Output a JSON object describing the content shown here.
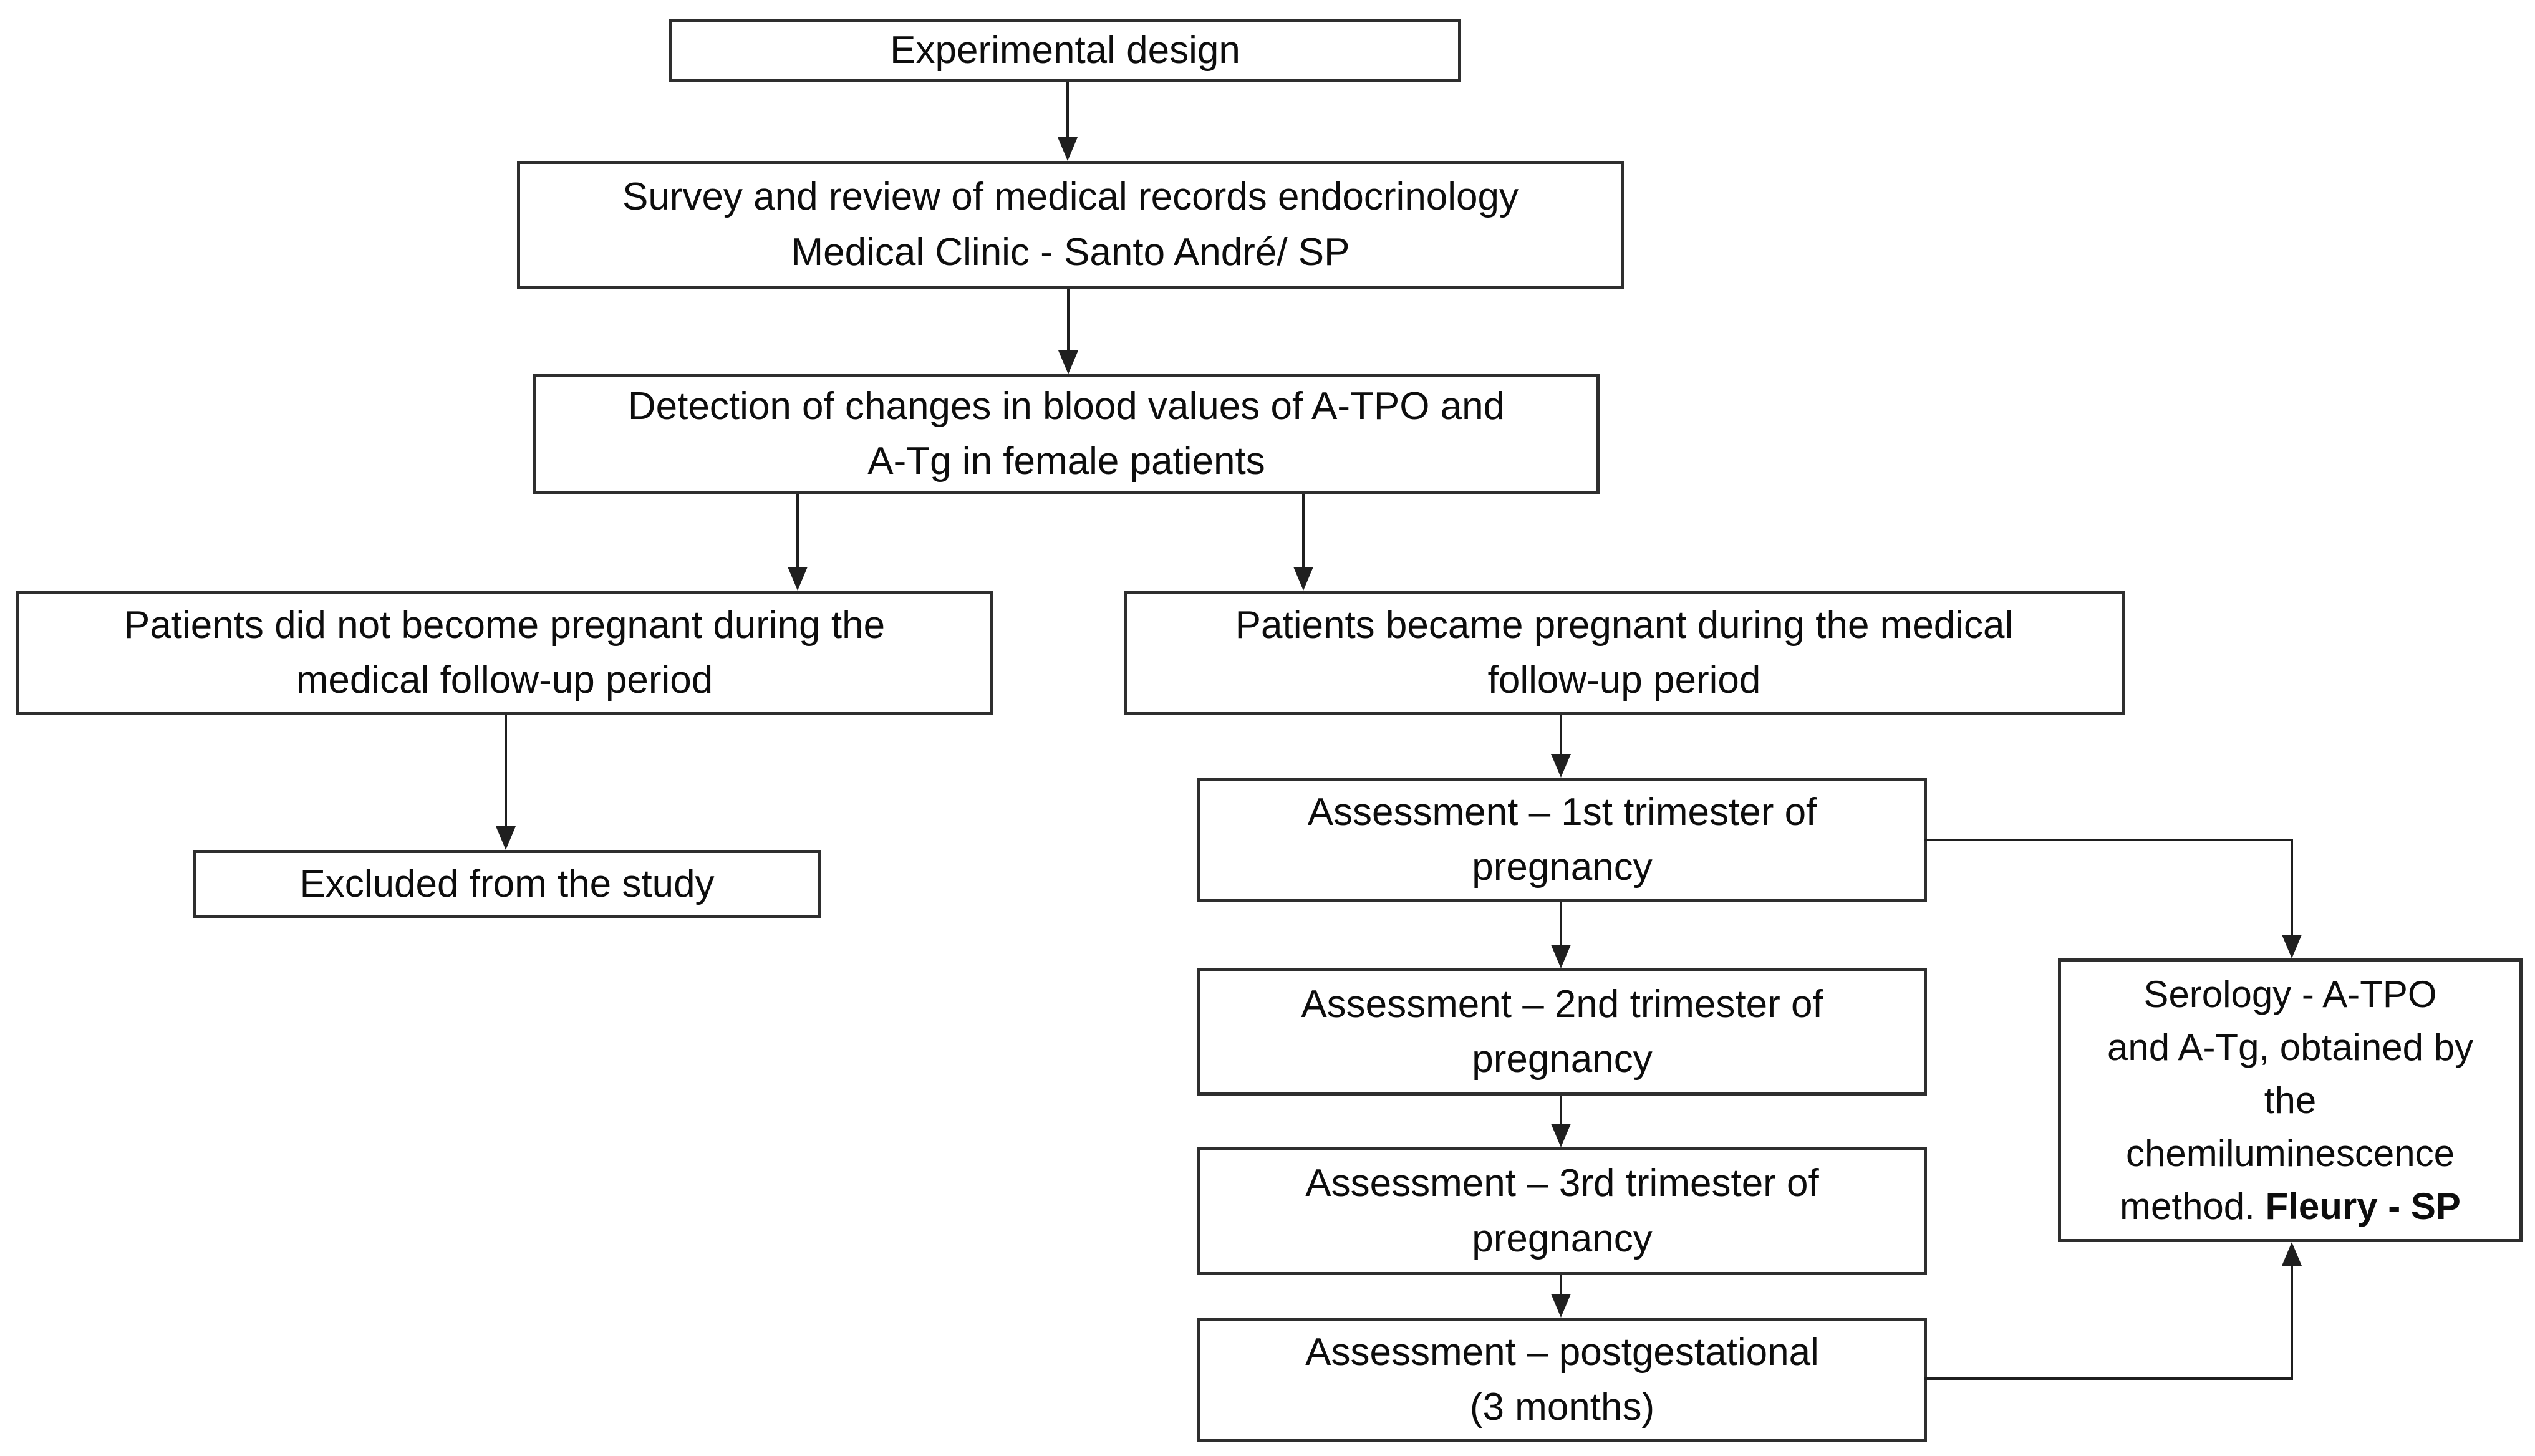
{
  "diagram": {
    "colors": {
      "background": "#ffffff",
      "box_border": "#2e2e2e",
      "arrow": "#1f1f1f",
      "text": "#0d0d0d"
    },
    "nodes": {
      "experimental_design": {
        "text": "Experimental design"
      },
      "survey": {
        "text": "Survey and review of medical records endocrinology\nMedical Clinic - Santo André/ SP"
      },
      "detection": {
        "text": "Detection of changes in blood values of A-TPO and\nA-Tg in female patients"
      },
      "not_pregnant": {
        "text": "Patients did not become pregnant during the\nmedical follow-up period"
      },
      "pregnant": {
        "text": "Patients became pregnant during the medical\nfollow-up period"
      },
      "excluded": {
        "text": "Excluded from the study"
      },
      "trimester1": {
        "text": "Assessment – 1st trimester of\npregnancy"
      },
      "trimester2": {
        "text": "Assessment – 2nd trimester of\npregnancy"
      },
      "trimester3": {
        "text": "Assessment – 3rd trimester of\npregnancy"
      },
      "postgestational": {
        "text": "Assessment – postgestational\n(3 months)"
      },
      "serology": {
        "text": "Serology - A-TPO\nand A-Tg, obtained by\nthe\nchemiluminescence\nmethod. ",
        "bold_text": "Fleury - SP"
      }
    },
    "edges": [
      {
        "from": "experimental_design",
        "to": "survey"
      },
      {
        "from": "survey",
        "to": "detection"
      },
      {
        "from": "detection",
        "to": "not_pregnant"
      },
      {
        "from": "detection",
        "to": "pregnant"
      },
      {
        "from": "not_pregnant",
        "to": "excluded"
      },
      {
        "from": "pregnant",
        "to": "trimester1"
      },
      {
        "from": "trimester1",
        "to": "trimester2"
      },
      {
        "from": "trimester2",
        "to": "trimester3"
      },
      {
        "from": "trimester3",
        "to": "postgestational"
      },
      {
        "from": "trimester1",
        "to": "serology"
      },
      {
        "from": "postgestational",
        "to": "serology"
      }
    ]
  }
}
